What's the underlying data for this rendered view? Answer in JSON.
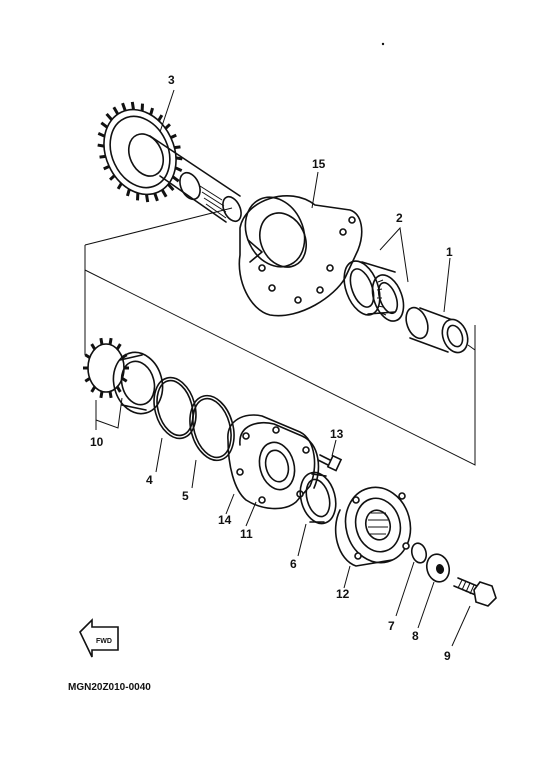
{
  "diagram": {
    "callouts": [
      "1",
      "2",
      "3",
      "4",
      "5",
      "6",
      "7",
      "8",
      "9",
      "10",
      "11",
      "12",
      "13",
      "14",
      "15"
    ],
    "drawing_code": "MGN20Z010-0040",
    "arrow_tag": "FWD"
  }
}
